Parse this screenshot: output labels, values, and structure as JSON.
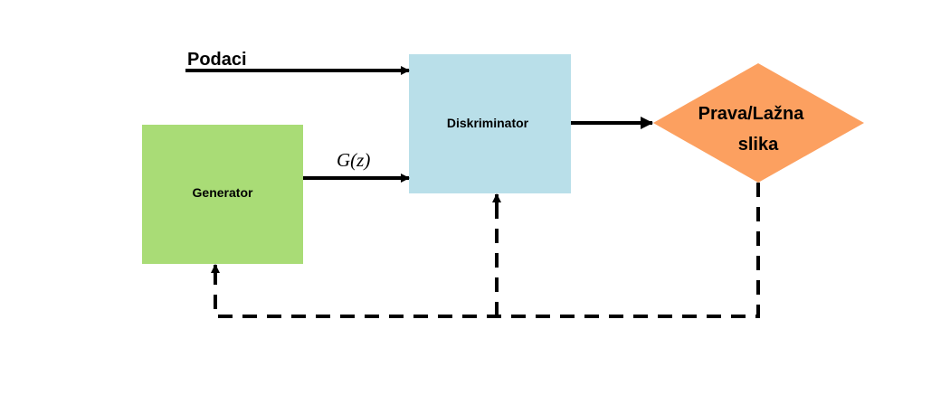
{
  "labels": {
    "data_input": "Podaci",
    "generator": "Generator",
    "discriminator": "Diskriminator",
    "generator_output": "G(z)",
    "decision_line1": "Prava/Lažna",
    "decision_line2": "slika"
  },
  "colors": {
    "generator_fill": "#a9dc76",
    "discriminator_fill": "#b9dfe9",
    "decision_fill": "#fca060",
    "arrow": "#000000"
  }
}
